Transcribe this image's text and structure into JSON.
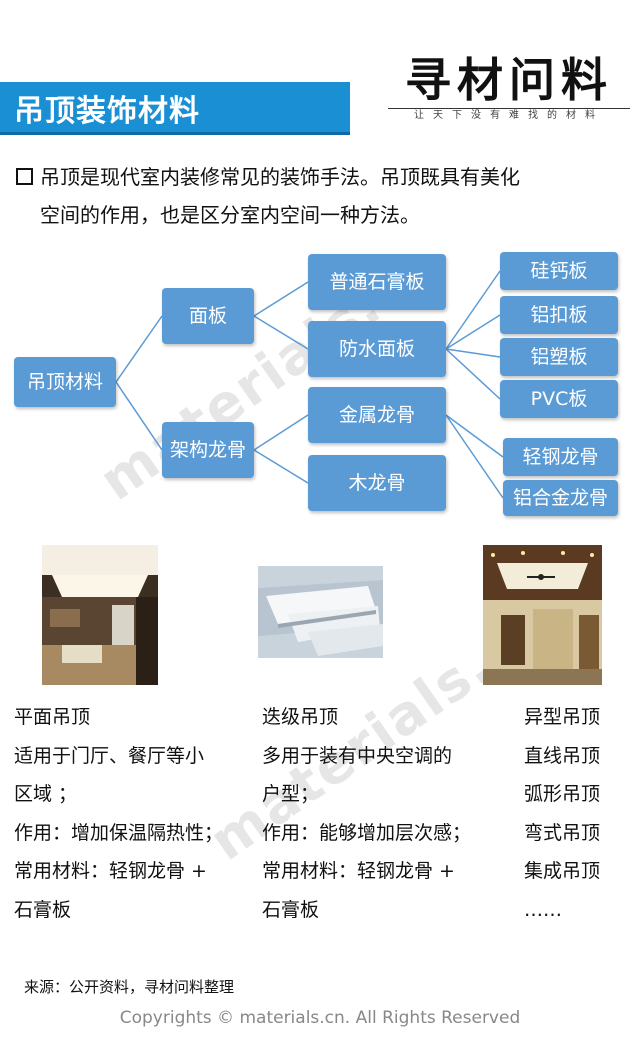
{
  "header": {
    "title": "吊顶装饰材料",
    "logo_text": "寻材问料",
    "logo_tagline": "让天下没有难找的材料"
  },
  "intro": {
    "line1": "吊顶是现代室内装修常见的装饰手法。吊顶既具有美化",
    "line2": "空间的作用，也是区分室内空间一种方法。"
  },
  "diagram": {
    "root": "吊顶材料",
    "level1": [
      "面板",
      "架构龙骨"
    ],
    "level2": [
      "普通石膏板",
      "防水面板",
      "金属龙骨",
      "木龙骨"
    ],
    "level3_panel": [
      "硅钙板",
      "铝扣板",
      "铝塑板",
      "PVC板"
    ],
    "level3_keel": [
      "轻钢龙骨",
      "铝合金龙骨"
    ]
  },
  "watermark": "materials.cn",
  "columns": {
    "left": [
      "平面吊顶",
      "适用于门厅、餐厅等小",
      "区域 ；",
      "作用：增加保温隔热性；",
      "常用材料：轻钢龙骨 +",
      "石膏板"
    ],
    "middle": [
      "迭级吊顶",
      "多用于装有中央空调的",
      "户型；",
      "作用：能够增加层次感；",
      "常用材料：轻钢龙骨 +",
      "石膏板"
    ],
    "right": [
      "异型吊顶",
      "直线吊顶",
      "弧形吊顶",
      "弯式吊顶",
      "集成吊顶",
      "……"
    ]
  },
  "footer": {
    "source": "来源：公开资料，寻材问料整理",
    "copyright": "Copyrights © materials.cn. All Rights Reserved"
  }
}
